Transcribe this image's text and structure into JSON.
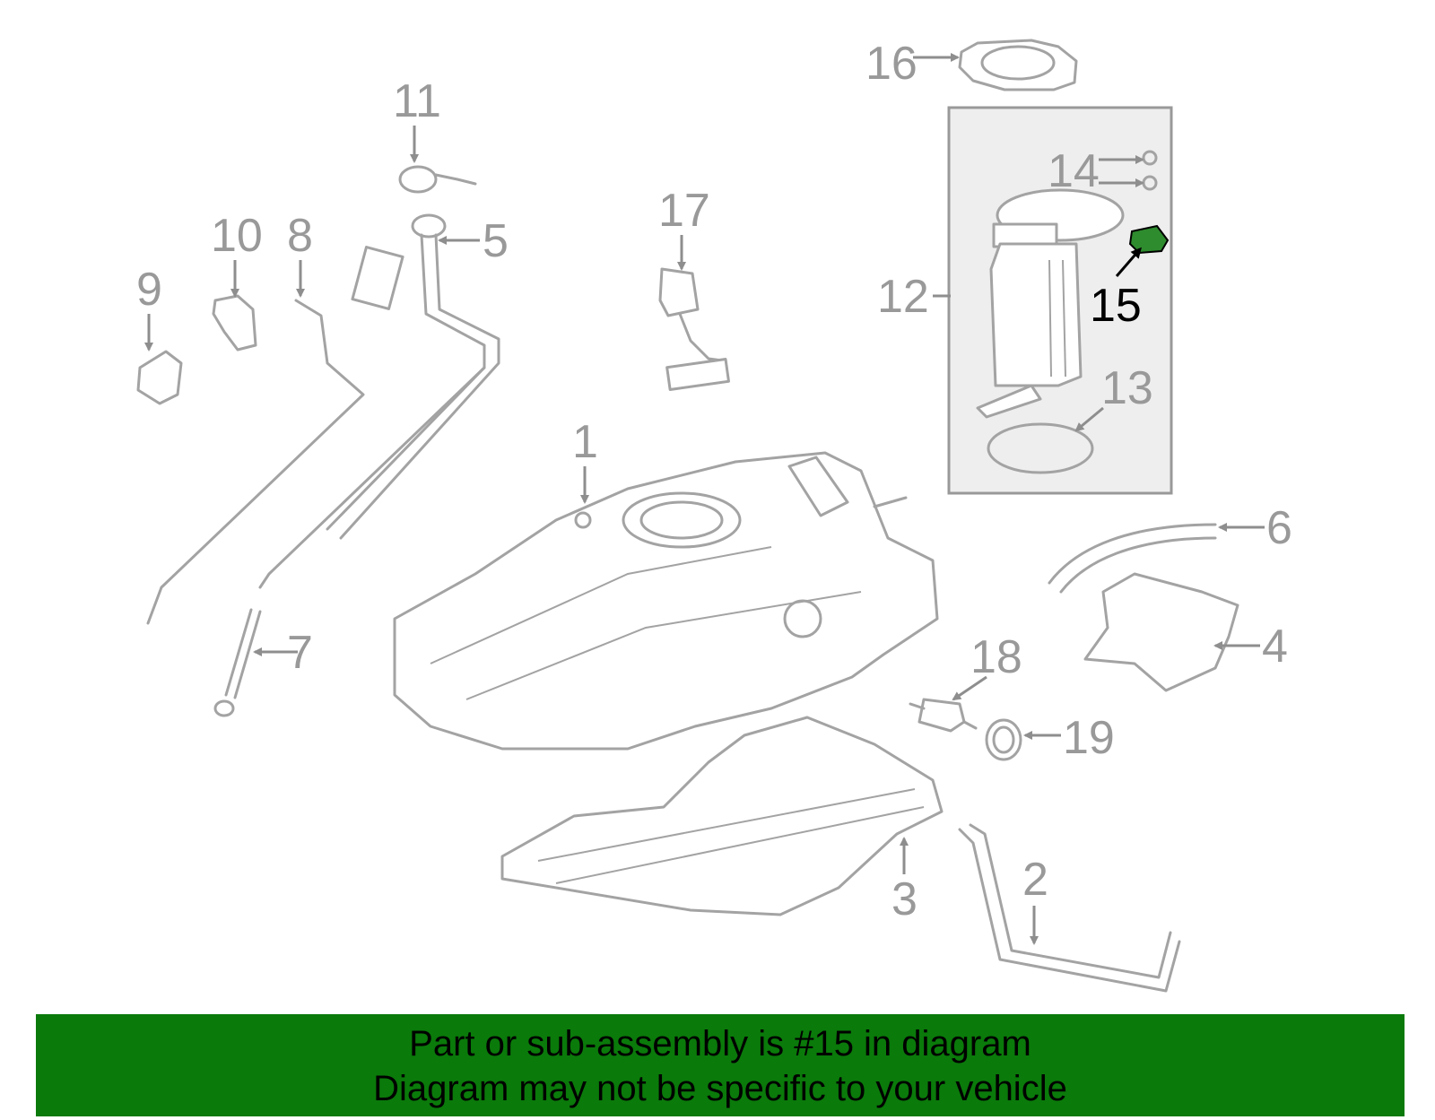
{
  "diagram": {
    "highlight_part": "15",
    "colors": {
      "line": "#a3a3a3",
      "label": "#999999",
      "highlight": "#2e8b2e",
      "banner": "#0a7a0a",
      "module_box": "#eeeeee"
    },
    "callouts": {
      "c1": "1",
      "c2": "2",
      "c3": "3",
      "c4": "4",
      "c5": "5",
      "c6": "6",
      "c7": "7",
      "c8": "8",
      "c9": "9",
      "c10": "10",
      "c11": "11",
      "c12": "12",
      "c13": "13",
      "c14": "14",
      "c15": "15",
      "c16": "16",
      "c17": "17",
      "c18": "18",
      "c19": "19"
    }
  },
  "banner": {
    "line1": "Part or sub-assembly is #15 in diagram",
    "line2": "Diagram may not be specific to your vehicle"
  }
}
